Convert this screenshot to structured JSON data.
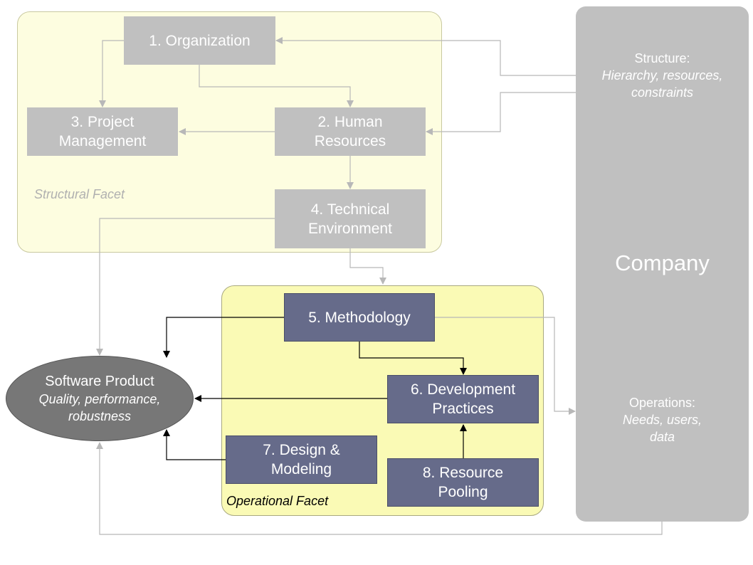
{
  "facets": {
    "structural": "Structural Facet",
    "operational": "Operational Facet"
  },
  "boxes": {
    "organization": "1. Organization",
    "human_resources": "2. Human\nResources",
    "project_management": "3. Project\nManagement",
    "technical_environment": "4. Technical\nEnvironment",
    "methodology": "5. Methodology",
    "development_practices": "6. Development\nPractices",
    "design_modeling": "7. Design &\nModeling",
    "resource_pooling": "8. Resource\nPooling"
  },
  "company": {
    "title": "Company",
    "structure_label": "Structure:",
    "structure_detail": "Hierarchy, resources,\nconstraints",
    "operations_label": "Operations:",
    "operations_detail": "Needs, users,\ndata"
  },
  "product": {
    "title": "Software Product",
    "detail": "Quality, performance,\nrobustness"
  },
  "colors": {
    "structural_fill": "#fdfde0",
    "operational_fill": "#fafab5",
    "gray_box": "#c0c0c0",
    "dark_box": "#666b8a",
    "product_fill": "#777777"
  }
}
